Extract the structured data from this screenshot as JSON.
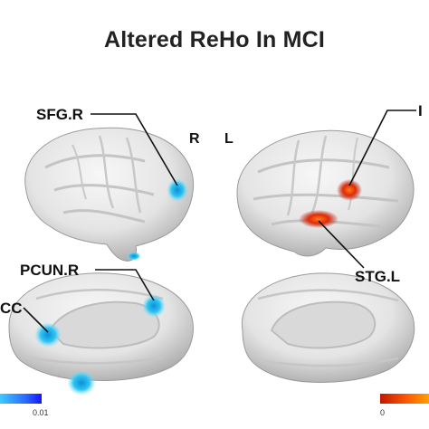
{
  "title": "Altered ReHo In MCI",
  "hemisphere_labels": {
    "right": "R",
    "left": "L"
  },
  "regions": {
    "sfg_r": "SFG.R",
    "pcun_r": "PCUN.R",
    "pcc": "CC",
    "left_top": "I",
    "stg_l": "STG.L"
  },
  "colorbars": {
    "blue": {
      "tick_right": "0.01",
      "colors": [
        "#1a1aff",
        "#2a6cff",
        "#3ec8ff"
      ]
    },
    "red": {
      "tick_left": "0",
      "colors": [
        "#cc2200",
        "#ff6a00",
        "#ffaa00"
      ]
    }
  },
  "colors": {
    "brain_fill": "#e6e6e6",
    "brain_shadow": "#9e9e9e",
    "sulcus": "#c2c2c2",
    "blue_spot": "#36c7f0",
    "red_spot": "#e8300a"
  }
}
